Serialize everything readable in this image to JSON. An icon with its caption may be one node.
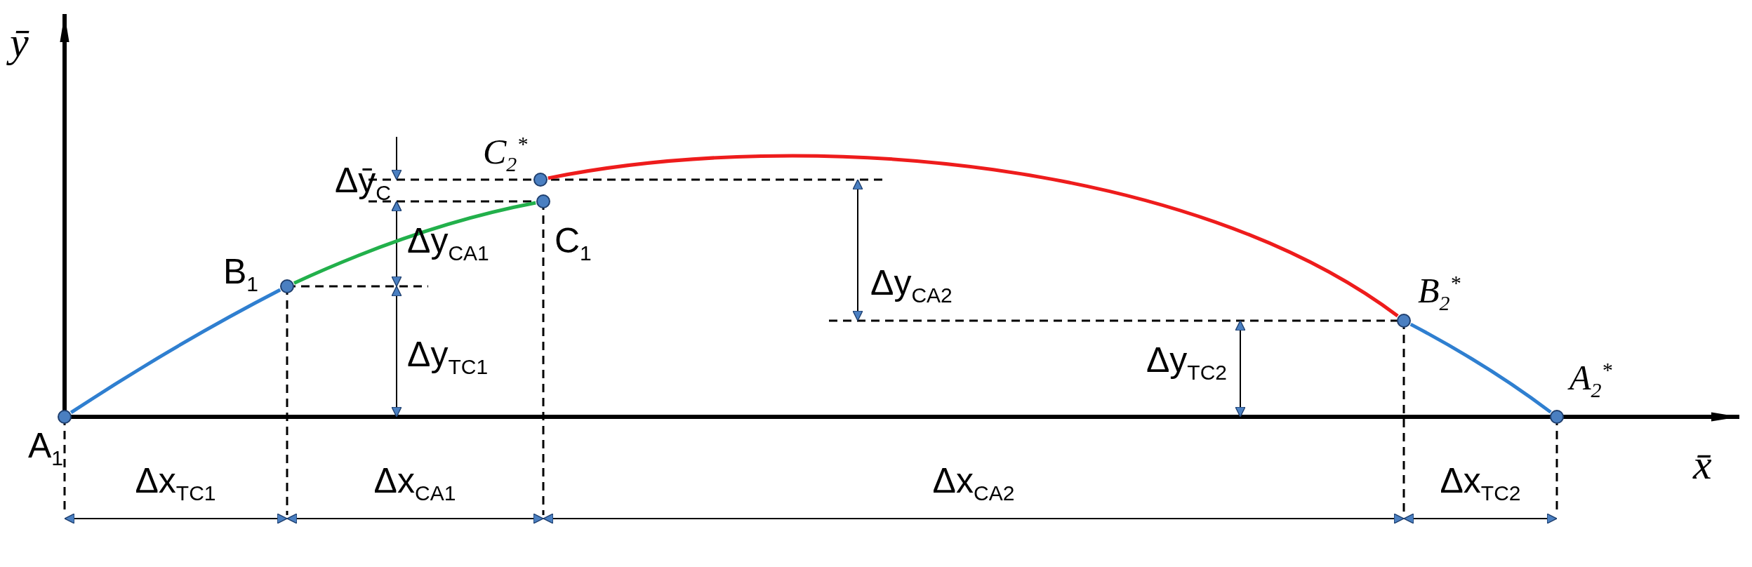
{
  "diagram": {
    "nodes": [
      {
        "text": [],
        "shape": "circle",
        "beside": [
          "A$_{1}$"
        ]
      },
      {
        "text": [],
        "shape": "circle",
        "beside": [
          "B$_{1}$"
        ]
      },
      {
        "text": [],
        "shape": "circle",
        "beside": [
          "C$_{1}$"
        ]
      },
      {
        "text": [],
        "shape": "circle",
        "beside": [
          "C$_{2}$$^{*}$"
        ]
      },
      {
        "text": [],
        "shape": "circle",
        "beside": [
          "B$_{2}$$^{*}$"
        ]
      },
      {
        "text": [],
        "shape": "circle",
        "beside": [
          "A$_{2}$$^{*}$"
        ]
      }
    ],
    "edges": [
      {
        "from": 0,
        "to": 1,
        "arrow": "none",
        "color": "#2f7fd0"
      },
      {
        "from": 1,
        "to": 2,
        "arrow": "none",
        "color": "#22b04b"
      },
      {
        "from": 3,
        "to": 4,
        "arrow": "none",
        "color": "#ee1c1c"
      },
      {
        "from": 4,
        "to": 5,
        "arrow": "none",
        "color": "#2f7fd0"
      }
    ],
    "labels": [
      "ȳ",
      "Δȳ$_{C}$",
      "Δy$_{CA1}$",
      "Δy$_{CA2}$",
      "Δy$_{TC1}$",
      "Δy$_{TC2}$",
      "x̄",
      "Δx$_{TC1}$",
      "Δx$_{CA1}$",
      "Δx$_{CA2}$",
      "Δx$_{TC2}$"
    ]
  }
}
